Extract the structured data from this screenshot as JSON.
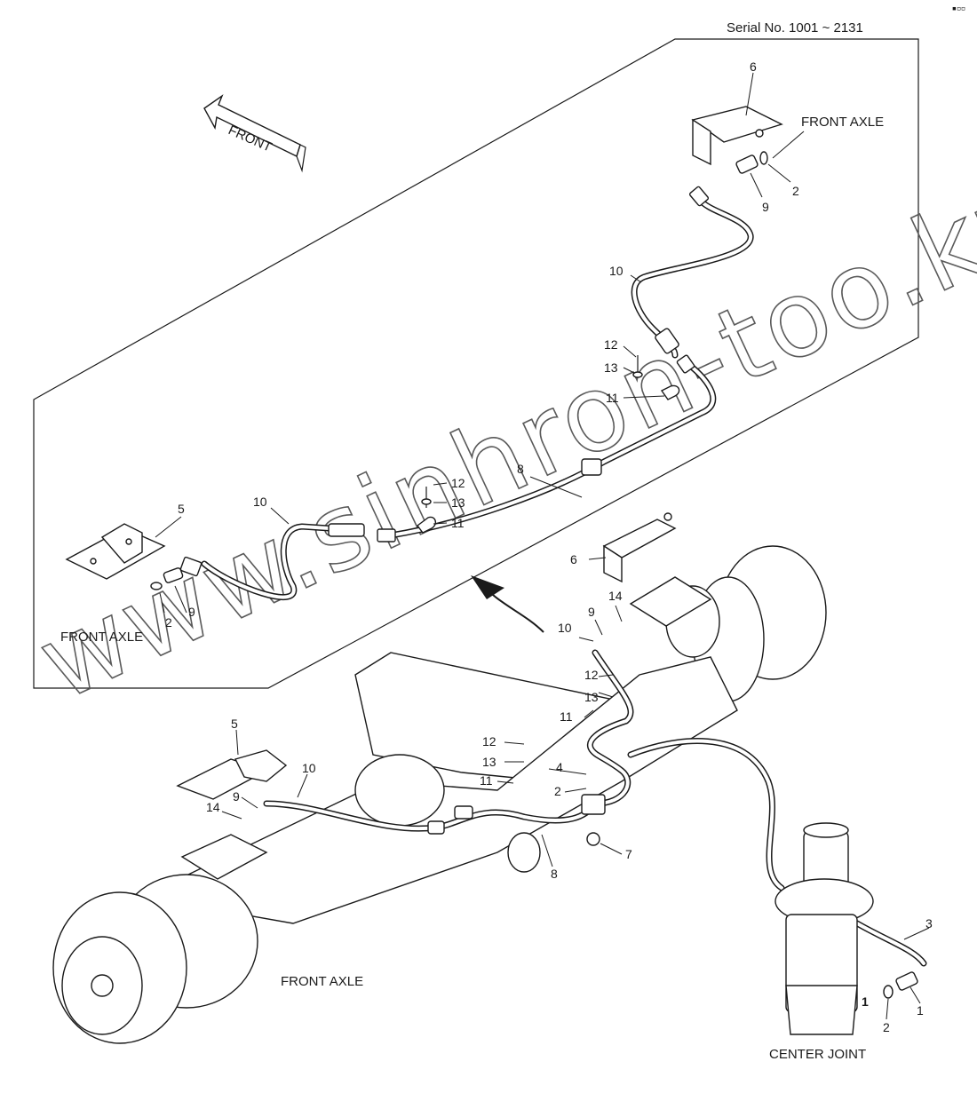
{
  "header": {
    "serial": "Serial No. 1001 ~ 2131"
  },
  "direction_arrow": {
    "label": "FRONT"
  },
  "watermark": "www.sinhron-too.kz",
  "corner_mark": "▪▫▫",
  "captions": {
    "front_axle_top_right": "FRONT AXLE",
    "front_axle_left": "FRONT AXLE",
    "front_axle_bottom": "FRONT AXLE",
    "center_joint": "CENTER JOINT"
  },
  "callouts": {
    "p6_top": "6",
    "p2_top": "2",
    "p9_top": "9",
    "p10_top": "10",
    "p12_a": "12",
    "p13_a": "13",
    "p11_a": "11",
    "p8_top": "8",
    "p12_b": "12",
    "p13_b": "13",
    "p11_b": "11",
    "p10_left": "10",
    "p5_left": "5",
    "p2_left": "2",
    "p9_left": "9",
    "p6_mid": "6",
    "p14_right": "14",
    "p9_right": "9",
    "p10_right": "10",
    "p12_c": "12",
    "p13_c": "13",
    "p11_c": "11",
    "p12_d": "12",
    "p13_d": "13",
    "p4": "4",
    "p11_d": "11",
    "p2_mid": "2",
    "p5_bottom": "5",
    "p9_bottom": "9",
    "p10_bottom": "10",
    "p14_bottom": "14",
    "p7": "7",
    "p8_bottom": "8",
    "p3": "3",
    "p1": "1",
    "p2_cj": "2",
    "p1_bold": "1"
  }
}
